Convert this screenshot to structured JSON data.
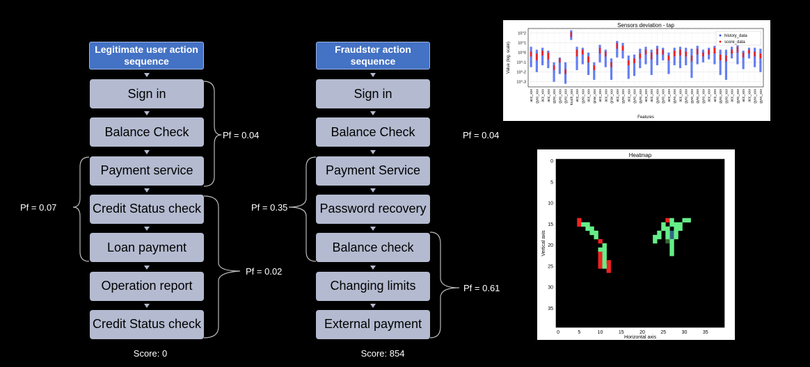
{
  "left_flow": {
    "header": "Legitimate user action sequence",
    "steps": [
      "Sign in",
      "Balance Check",
      "Payment service",
      "Credit Status check",
      "Loan payment",
      "Operation report",
      "Credit Status check"
    ],
    "score": "Score: 0",
    "brackets": [
      "Pf = 0.04",
      "Pf = 0.07",
      "Pf = 0.02"
    ]
  },
  "right_flow": {
    "header": "Fraudster action sequence",
    "steps": [
      "Sign in",
      "Balance Check",
      "Payment Service",
      "Password recovery",
      "Balance check",
      "Changing limits",
      "External payment"
    ],
    "score": "Score: 854",
    "brackets": [
      "Pf = 0.04",
      "Pf = 0.35",
      "Pf = 0.61"
    ]
  },
  "chart_data": [
    {
      "type": "scatter",
      "title": "Sensors deviation - tap",
      "xlabel": "Features",
      "ylabel": "Value (log. scale)",
      "yscale": "log",
      "y_ticks": [
        "10^2",
        "10^1",
        "10^0",
        "10^-1",
        "10^-2",
        "10^-3"
      ],
      "ylim": [
        0.0003,
        300
      ],
      "legend": [
        "history_data",
        "score_data"
      ],
      "legend_position": "top-right",
      "grid": true,
      "colors": {
        "history_data": "#3355ee",
        "score_data": "#ee2222"
      },
      "categories": [
        "acc_xxx",
        "gyro_xxx",
        "acc_xxx",
        "acc_xxx",
        "gyro_xxx",
        "gyro_xxx",
        "gyro_xxx",
        "touch_xxx",
        "acc_xxx",
        "gyro_xxx",
        "acc_xxx",
        "grav_xxx",
        "acc_xxx",
        "acc_xxx",
        "grav_xxx",
        "acc_xxx",
        "gyro_xxx",
        "acc_xxx",
        "gyro_xxx",
        "gyro_xxx",
        "acc_xxx",
        "acc_xxx",
        "gyro_xxx",
        "gyro_xxx",
        "acc_xxx",
        "gyro_xxx",
        "acc_xxx",
        "gyro_xxx",
        "gyro_xxx",
        "gyro_xxx",
        "gyro_xxx",
        "acc_xxx",
        "acc_xxx",
        "gyro_xxx",
        "gyro_xxx",
        "acc_xxx",
        "gyro_xxx",
        "acc_xxx",
        "acc_xxx",
        "gyro_xxx",
        "gyro_xxx"
      ],
      "history_range_log10": [
        [
          -1.5,
          0.6
        ],
        [
          -2,
          0.3
        ],
        [
          -1.3,
          0.5
        ],
        [
          -1.6,
          0.2
        ],
        [
          -3,
          -1
        ],
        [
          -2.2,
          -0.5
        ],
        [
          -3.2,
          -1
        ],
        [
          1.3,
          2.3
        ],
        [
          -1.8,
          0.6
        ],
        [
          -1.2,
          0.5
        ],
        [
          -2.3,
          0
        ],
        [
          -2.8,
          -1
        ],
        [
          -1,
          0.8
        ],
        [
          -1.5,
          0.3
        ],
        [
          -2.8,
          -0.6
        ],
        [
          -0.5,
          1.2
        ],
        [
          -0.6,
          1
        ],
        [
          -2.7,
          -0.3
        ],
        [
          -2.4,
          -0.2
        ],
        [
          -1.6,
          0.4
        ],
        [
          -1.2,
          0.6
        ],
        [
          -2.3,
          0.3
        ],
        [
          -1.3,
          0.7
        ],
        [
          -0.8,
          0.5
        ],
        [
          -2.2,
          0
        ],
        [
          -1.3,
          0.5
        ],
        [
          -1.6,
          0.6
        ],
        [
          -1.3,
          0.5
        ],
        [
          -2.6,
          0.4
        ],
        [
          -1.2,
          0.7
        ],
        [
          -1,
          0.3
        ],
        [
          -0.7,
          0.5
        ],
        [
          -1.2,
          0.7
        ],
        [
          -2.3,
          0.3
        ],
        [
          -2.8,
          0.3
        ],
        [
          -0.6,
          0.6
        ],
        [
          -1.2,
          0.9
        ],
        [
          -1.7,
          0.2
        ],
        [
          -0.6,
          0.5
        ],
        [
          -1.5,
          0.5
        ],
        [
          -2,
          0.4
        ]
      ],
      "score_log10": [
        [
          -0.4,
          0.1
        ],
        [
          -0.8,
          -0.1
        ],
        [
          -0.3,
          0.2
        ],
        [
          -0.7,
          0
        ],
        [
          -1.8,
          -1.3
        ],
        [
          -1,
          -0.6
        ],
        [
          -2.2,
          -1.7
        ],
        [
          1.6,
          2.1
        ],
        [
          -0.4,
          0.3
        ],
        [
          -0.2,
          0.3
        ],
        [
          -1,
          -0.4
        ],
        [
          -1.8,
          -1.3
        ],
        [
          -0.1,
          0.5
        ],
        [
          -0.4,
          0.1
        ],
        [
          -1.5,
          -1
        ],
        [
          0.4,
          1
        ],
        [
          0.2,
          0.7
        ],
        [
          -1.3,
          -0.8
        ],
        [
          -1.1,
          -0.6
        ],
        [
          -0.6,
          -0.1
        ],
        [
          -0.2,
          0.3
        ],
        [
          -0.7,
          0
        ],
        [
          -0.2,
          0.4
        ],
        [
          -0.2,
          0.3
        ],
        [
          -0.8,
          -0.3
        ],
        [
          -0.4,
          0.2
        ],
        [
          -0.3,
          0.3
        ],
        [
          -0.4,
          0.1
        ],
        [
          -0.9,
          -0.3
        ],
        [
          -0.2,
          0.4
        ],
        [
          -0.4,
          0
        ],
        [
          -0.2,
          0.3
        ],
        [
          -0.1,
          0.5
        ],
        [
          -0.8,
          -0.2
        ],
        [
          -0.9,
          -0.3
        ],
        [
          -0.1,
          0.3
        ],
        [
          0,
          0.6
        ],
        [
          -0.5,
          0
        ],
        [
          -0.1,
          0.3
        ],
        [
          -0.4,
          0.1
        ],
        [
          -0.6,
          -0.1
        ]
      ]
    },
    {
      "type": "heatmap",
      "title": "Heatmap",
      "xlabel": "Horizontal axis",
      "ylabel": "Vertical axis",
      "xlim": [
        0,
        39
      ],
      "ylim": [
        39,
        0
      ],
      "x_ticks": [
        0,
        5,
        10,
        15,
        20,
        25,
        30,
        35
      ],
      "y_ticks": [
        0,
        5,
        10,
        15,
        20,
        25,
        30,
        35
      ],
      "background": "#000000",
      "cells": [
        {
          "x": 5,
          "y": 14,
          "c": "#ee2222"
        },
        {
          "x": 5,
          "y": 15,
          "c": "#ee2222"
        },
        {
          "x": 6,
          "y": 15,
          "c": "#66ee88"
        },
        {
          "x": 7,
          "y": 15,
          "c": "#66ee88"
        },
        {
          "x": 7,
          "y": 16,
          "c": "#66ee88"
        },
        {
          "x": 8,
          "y": 16,
          "c": "#66ee88"
        },
        {
          "x": 8,
          "y": 17,
          "c": "#66ee88"
        },
        {
          "x": 9,
          "y": 17,
          "c": "#66ee88"
        },
        {
          "x": 9,
          "y": 18,
          "c": "#66ee88"
        },
        {
          "x": 10,
          "y": 19,
          "c": "#ee2222"
        },
        {
          "x": 11,
          "y": 20,
          "c": "#66ee88"
        },
        {
          "x": 11,
          "y": 21,
          "c": "#66ee88"
        },
        {
          "x": 10,
          "y": 21,
          "c": "#66ee88"
        },
        {
          "x": 10,
          "y": 22,
          "c": "#ee2222"
        },
        {
          "x": 10,
          "y": 23,
          "c": "#ee2222"
        },
        {
          "x": 10,
          "y": 24,
          "c": "#ee2222"
        },
        {
          "x": 10,
          "y": 25,
          "c": "#ee2222"
        },
        {
          "x": 11,
          "y": 22,
          "c": "#66ee88"
        },
        {
          "x": 11,
          "y": 23,
          "c": "#66ee88"
        },
        {
          "x": 11,
          "y": 24,
          "c": "#66ee88"
        },
        {
          "x": 12,
          "y": 24,
          "c": "#ee2222"
        },
        {
          "x": 12,
          "y": 25,
          "c": "#ee2222"
        },
        {
          "x": 12,
          "y": 26,
          "c": "#ee2222"
        },
        {
          "x": 11,
          "y": 25,
          "c": "#66ee88"
        },
        {
          "x": 25,
          "y": 15,
          "c": "#66ee88"
        },
        {
          "x": 26,
          "y": 14,
          "c": "#ee2222"
        },
        {
          "x": 27,
          "y": 14,
          "c": "#66ee88"
        },
        {
          "x": 26,
          "y": 16,
          "c": "#66ee88"
        },
        {
          "x": 25,
          "y": 16,
          "c": "#66ee88"
        },
        {
          "x": 24,
          "y": 17,
          "c": "#66ee88"
        },
        {
          "x": 23,
          "y": 18,
          "c": "#66ee88"
        },
        {
          "x": 23,
          "y": 19,
          "c": "#66ee88"
        },
        {
          "x": 24,
          "y": 18,
          "c": "#66ee88"
        },
        {
          "x": 27,
          "y": 15,
          "c": "#66ee88"
        },
        {
          "x": 28,
          "y": 15,
          "c": "#66ee88"
        },
        {
          "x": 29,
          "y": 15,
          "c": "#66ee88"
        },
        {
          "x": 30,
          "y": 14,
          "c": "#66ee88"
        },
        {
          "x": 31,
          "y": 14,
          "c": "#66ee88"
        },
        {
          "x": 29,
          "y": 16,
          "c": "#66ee88"
        },
        {
          "x": 28,
          "y": 16,
          "c": "#66ee88"
        },
        {
          "x": 27,
          "y": 17,
          "c": "#336688"
        },
        {
          "x": 27,
          "y": 18,
          "c": "#336688"
        },
        {
          "x": 28,
          "y": 17,
          "c": "#66ee88"
        },
        {
          "x": 26,
          "y": 19,
          "c": "#336633"
        },
        {
          "x": 27,
          "y": 19,
          "c": "#66ee88"
        },
        {
          "x": 26,
          "y": 18,
          "c": "#66ee88"
        },
        {
          "x": 27,
          "y": 20,
          "c": "#66ee88"
        },
        {
          "x": 27,
          "y": 21,
          "c": "#66ee88"
        },
        {
          "x": 27,
          "y": 22,
          "c": "#66ee88"
        },
        {
          "x": 26,
          "y": 17,
          "c": "#66ee88"
        },
        {
          "x": 28,
          "y": 18,
          "c": "#66ee88"
        }
      ]
    }
  ]
}
